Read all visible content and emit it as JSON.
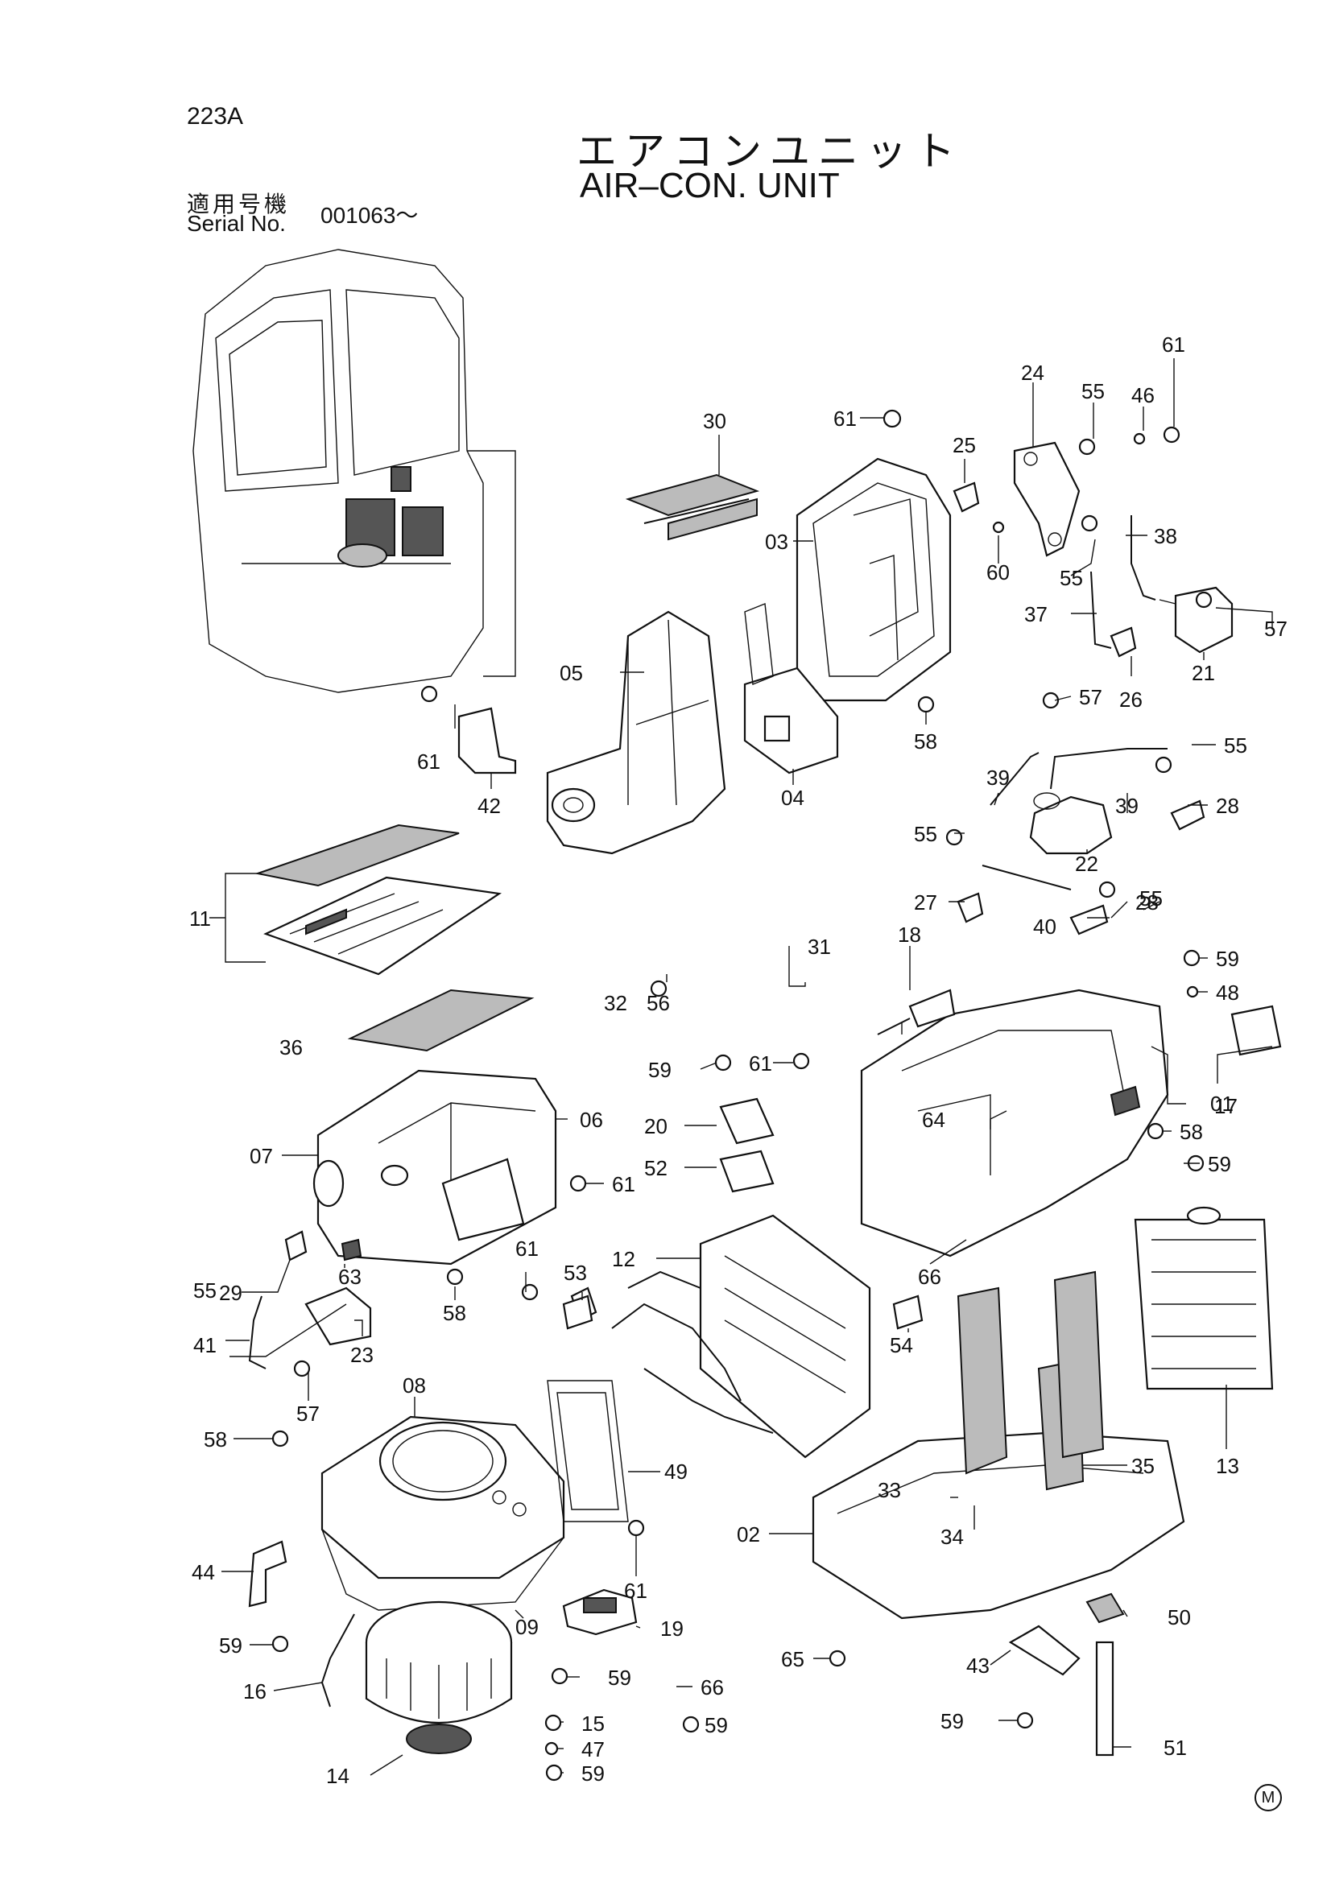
{
  "header": {
    "page_number": "223A",
    "title_jp": "エアコンユニット",
    "title_en": "AIR–CON. UNIT",
    "serial_label_jp": "適用号機",
    "serial_label_en": "Serial No.",
    "serial_value": "001063～"
  },
  "footer": {
    "mark": "M"
  },
  "callouts": {
    "c01": "01",
    "c02": "02",
    "c03": "03",
    "c04": "04",
    "c05": "05",
    "c06": "06",
    "c07": "07",
    "c08": "08",
    "c09": "09",
    "c11": "11",
    "c12": "12",
    "c13": "13",
    "c14": "14",
    "c15": "15",
    "c16": "16",
    "c17": "17",
    "c18": "18",
    "c19": "19",
    "c20": "20",
    "c21": "21",
    "c22": "22",
    "c23": "23",
    "c24": "24",
    "c25": "25",
    "c26": "26",
    "c27a": "27",
    "c27b": "28",
    "c28": "28",
    "c29": "29",
    "c30": "30",
    "c31": "31",
    "c32": "32",
    "c33": "33",
    "c34": "34",
    "c35": "35",
    "c36": "36",
    "c37": "37",
    "c38": "38",
    "c39a": "39",
    "c39b": "39",
    "c40": "40",
    "c41": "41",
    "c42": "42",
    "c43": "43",
    "c44": "44",
    "c46": "46",
    "c47": "47",
    "c48": "48",
    "c49": "49",
    "c50": "50",
    "c51": "51",
    "c52": "52",
    "c53": "53",
    "c54": "54",
    "c55a": "55",
    "c55b": "55",
    "c55c": "55",
    "c55d": "55",
    "c55e": "55",
    "c55f": "55",
    "c56": "56",
    "c57a": "57",
    "c57b": "57",
    "c57c": "57",
    "c58a": "58",
    "c58b": "58",
    "c58c": "58",
    "c58d": "58",
    "c59a": "59",
    "c59b": "59",
    "c59c": "59",
    "c59d": "59",
    "c59e": "59",
    "c59f": "59",
    "c59g": "59",
    "c59h": "59",
    "c60": "60",
    "c61a": "61",
    "c61b": "61",
    "c61c": "61",
    "c61d": "61",
    "c61e": "61",
    "c61f": "61",
    "c61g": "61",
    "c63": "63",
    "c64": "64",
    "c65": "65",
    "c66a": "66",
    "c66b": "66"
  }
}
